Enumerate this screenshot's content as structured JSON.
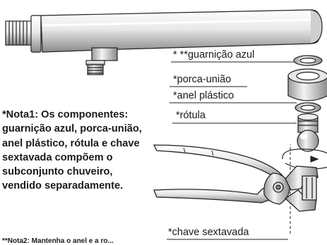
{
  "labels": {
    "guarnicao": "* **guarnição azul",
    "porca": "*porca-união",
    "anel": "*anel plástico",
    "rotula": "*rótula",
    "chave": "*chave sextavada"
  },
  "note1": "*Nota1: Os componentes: guarnição azul, porca-união, anel plástico, rótula e chave sextavada compõem o subconjunto chuveiro, vendido separadamente.",
  "note2_partial": "**Nota2: Mantenha o anel e a ro...",
  "icons": [
    "shower-arm",
    "nut",
    "ring",
    "ball-joint",
    "wrench",
    "rotation-arrow"
  ]
}
